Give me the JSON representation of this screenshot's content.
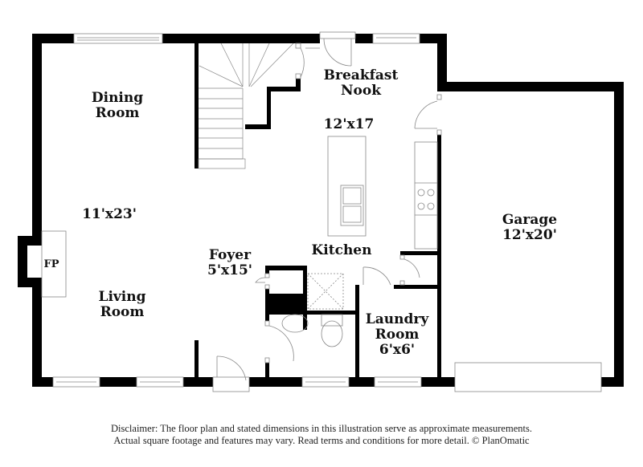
{
  "rooms": {
    "dining": {
      "name_line1": "Dining",
      "name_line2": "Room"
    },
    "living": {
      "dimensions": "11'x23'",
      "name_line1": "Living",
      "name_line2": "Room"
    },
    "breakfast": {
      "name_line1": "Breakfast",
      "name_line2": "Nook",
      "dimensions": "12'x17"
    },
    "kitchen": {
      "name": "Kitchen"
    },
    "foyer": {
      "name": "Foyer",
      "dimensions": "5'x15'"
    },
    "laundry": {
      "name_line1": "Laundry",
      "name_line2": "Room",
      "dimensions": "6'x6'"
    },
    "garage": {
      "name": "Garage",
      "dimensions": "12'x20'"
    },
    "fireplace": {
      "label": "FP"
    }
  },
  "disclaimer": {
    "line1": "Disclaimer: The floor plan and stated dimensions in this illustration serve as approximate measurements.",
    "line2": "Actual square footage and features may vary. Read terms and conditions for more detail. © PlanOmatic"
  },
  "colors": {
    "wall": "#000000",
    "fixture": "#888888",
    "background": "#ffffff"
  }
}
